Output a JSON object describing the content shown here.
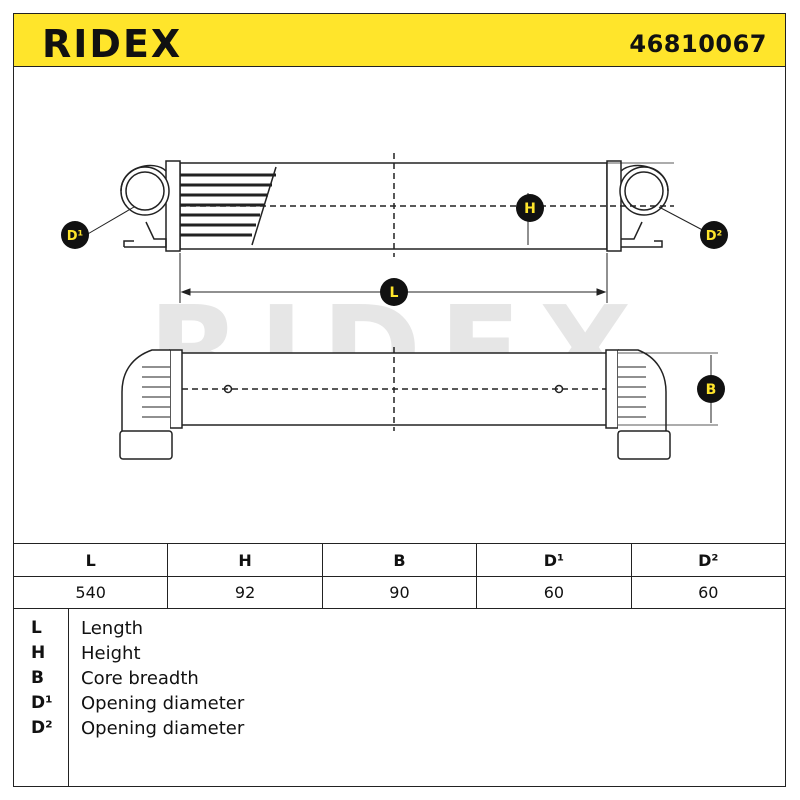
{
  "header": {
    "brand": "RIDEX",
    "part_number": "46810067"
  },
  "drawing": {
    "watermark": "RIDEX",
    "labels": {
      "length": "L",
      "height": "H",
      "breadth": "B",
      "d1": "D¹",
      "d2": "D²"
    },
    "badge_color": "#ffe52b"
  },
  "dimensions_table": {
    "headers": [
      "L",
      "H",
      "B",
      "D¹",
      "D²"
    ],
    "values": [
      "540",
      "92",
      "90",
      "60",
      "60"
    ]
  },
  "legend": [
    {
      "symbol": "L",
      "text": "Length"
    },
    {
      "symbol": "H",
      "text": "Height"
    },
    {
      "symbol": "B",
      "text": "Core breadth"
    },
    {
      "symbol": "D¹",
      "text": "Opening diameter"
    },
    {
      "symbol": "D²",
      "text": "Opening diameter"
    }
  ]
}
